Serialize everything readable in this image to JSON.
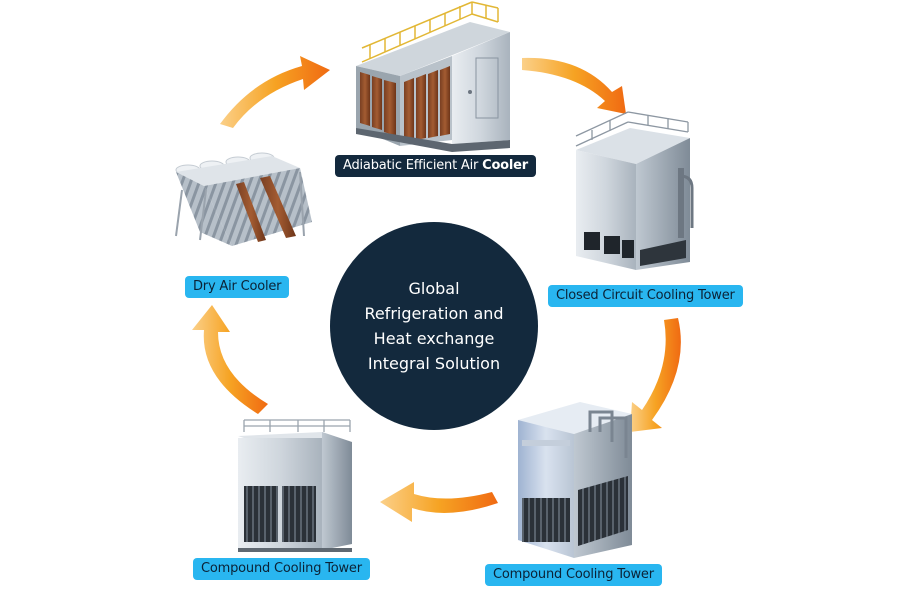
{
  "center": {
    "lines": [
      "Global",
      "Refrigeration and",
      "Heat exchange",
      "Integral Solution"
    ]
  },
  "products": {
    "adiabatic": {
      "label_main": "Adiabatic Efficient Air",
      "label_bold": "Cooler"
    },
    "closed_circuit": {
      "label": "Closed Circuit Cooling Tower"
    },
    "compound_right": {
      "label": "Compound Cooling Tower"
    },
    "compound_left": {
      "label": "Compound Cooling Tower"
    },
    "dry_air": {
      "label": "Dry Air Cooler"
    }
  },
  "colors": {
    "center_bg": "#13293d",
    "label_dark": "#13293d",
    "label_blue": "#29b6f0",
    "arrow_start": "#f4a21b",
    "arrow_end": "#f06a12"
  }
}
